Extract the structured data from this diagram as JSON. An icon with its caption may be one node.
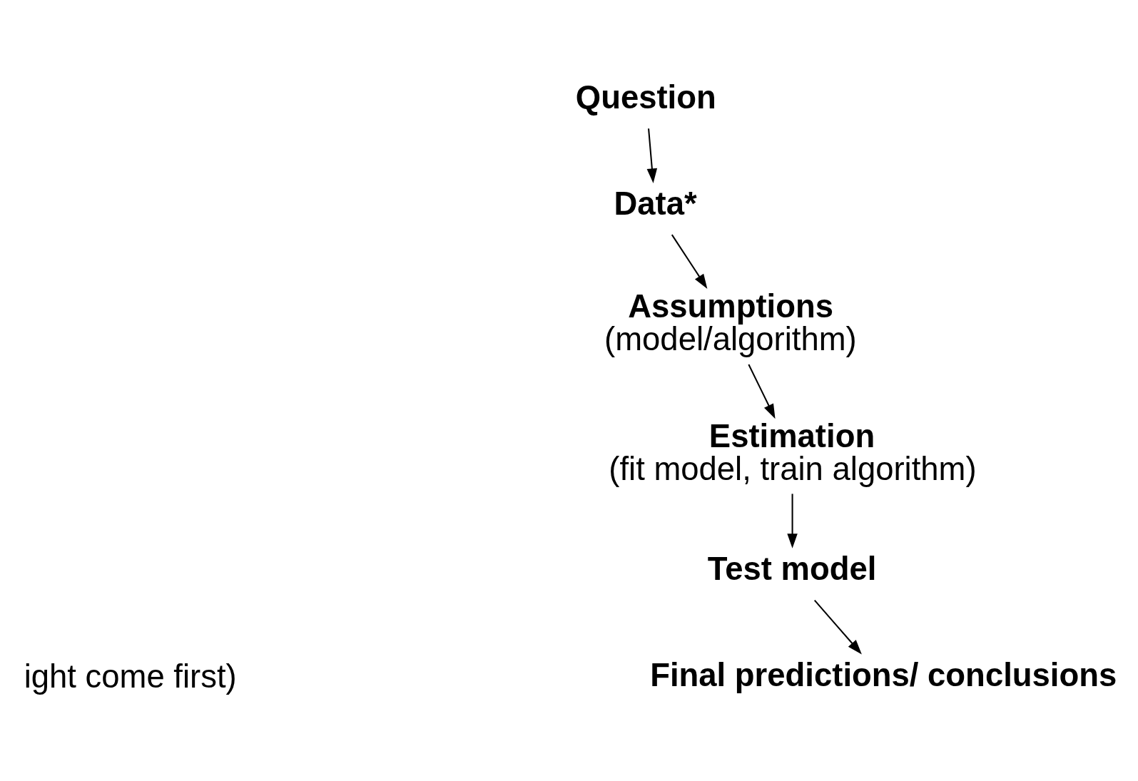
{
  "diagram": {
    "nodes": [
      {
        "text": [
          "Question"
        ]
      },
      {
        "text": [
          "Data*"
        ]
      },
      {
        "text": [
          "Assumptions",
          "(model/algorithm)"
        ]
      },
      {
        "text": [
          "Estimation",
          "(fit model, train algorithm)"
        ]
      },
      {
        "text": [
          "Test model"
        ]
      },
      {
        "text": [
          "Final predictions/ conclusions"
        ]
      }
    ],
    "edges": [
      {
        "from": 0,
        "to": 1,
        "arrow": "to"
      },
      {
        "from": 1,
        "to": 2,
        "arrow": "to"
      },
      {
        "from": 2,
        "to": 3,
        "arrow": "to"
      },
      {
        "from": 3,
        "to": 4,
        "arrow": "to"
      },
      {
        "from": 4,
        "to": 5,
        "arrow": "to"
      }
    ],
    "labels": [
      "ight come first)"
    ]
  }
}
